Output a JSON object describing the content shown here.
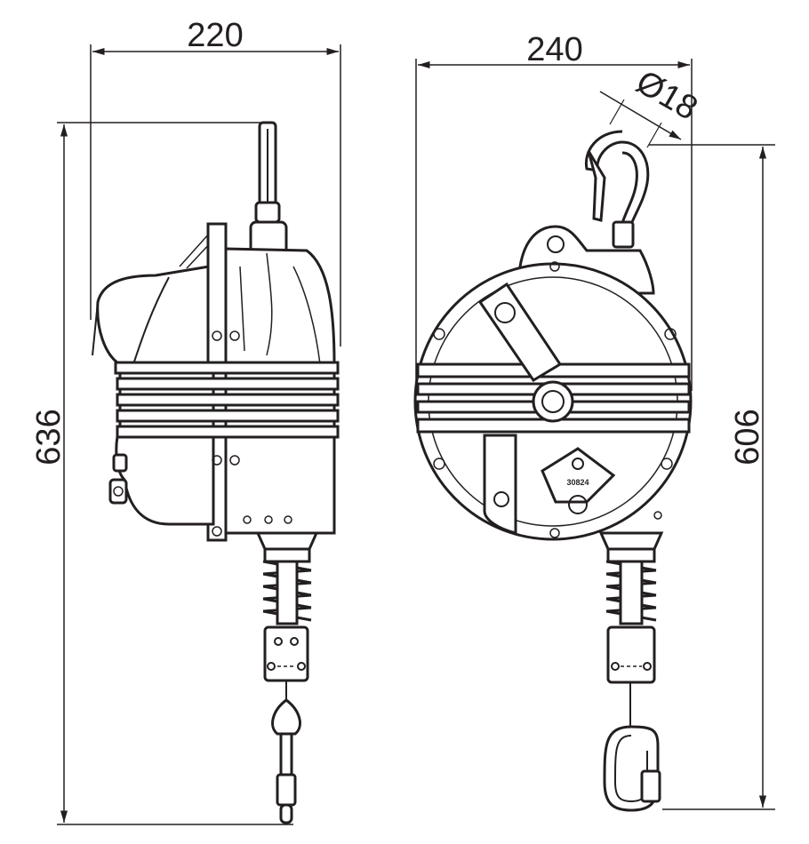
{
  "diagram": {
    "dimensions": {
      "side_width": "220",
      "front_width": "240",
      "hook_diameter": "Ø18",
      "side_height": "636",
      "front_height": "606"
    },
    "label_plate": "30824",
    "colors": {
      "line": "#231f20",
      "background": "#ffffff"
    }
  }
}
